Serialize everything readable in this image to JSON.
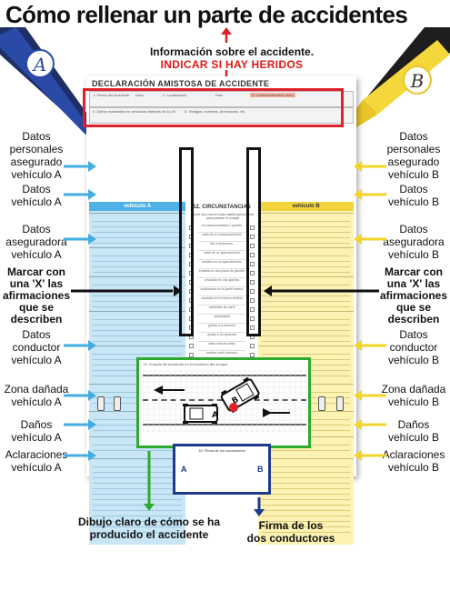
{
  "title": "Cómo rellenar un parte de accidentes",
  "top_note": {
    "line1": "Información sobre el accidente.",
    "line2": "INDICAR SI HAY HERIDOS"
  },
  "pens": {
    "A_letter": "A",
    "B_letter": "B"
  },
  "form": {
    "header": "DECLARACIÓN AMISTOSA DE ACCIDENTE",
    "strip1": [
      "1. Fecha del accidente",
      "Hora",
      "2. Localización",
      "País",
      "3. Lesiones/Heridos (incl.)"
    ],
    "strip2": [
      "4. Daños materiales en vehículos distintos de A y B",
      "5. Testigos: nombres, direcciones, tel."
    ],
    "vehicle_a_header": "vehículo A",
    "vehicle_b_header": "vehículo B",
    "circumstances_header": "12. CIRCUNSTANCIAS",
    "circumstances_intro": "Poner una cruz en cada casilla que proceda para precisar el croquis",
    "circumstances": [
      "en estacionamiento / parado",
      "salía de un estacionamiento",
      "iba a estacionar",
      "salía de un aparcamiento",
      "entraba en un aparcamiento",
      "entraba en una plaza de glorieta",
      "circulaba en una glorieta",
      "colisionaba en la parte trasera",
      "circulaba en el mismo sentido",
      "cambiaba de carril",
      "adelantaba",
      "giraba a la derecha",
      "giraba a la izquierda",
      "daba marcha atrás",
      "invadía carril contrario",
      "venía de la derecha",
      "no respetó señal de prioridad"
    ],
    "circumstances_total": "indicar el número de casillas marcadas",
    "sketch_header": "13. Croquis del accidente en el momento del choque",
    "signature_header": "15. Firma de los conductores",
    "signature_a": "A",
    "signature_b": "B",
    "sketch_car_a": "A",
    "sketch_car_b": "B"
  },
  "labels_left": [
    {
      "lines": [
        "Datos",
        "personales",
        "asegurado",
        "vehículo A"
      ],
      "bold": false
    },
    {
      "lines": [
        "Datos",
        "vehículo A"
      ],
      "bold": false
    },
    {
      "lines": [
        "Datos",
        "aseguradora",
        "vehículo A"
      ],
      "bold": false
    },
    {
      "lines": [
        "Marcar con",
        "una 'X' las",
        "afirmaciones",
        "que se",
        "describen"
      ],
      "bold": true
    },
    {
      "lines": [
        "Datos",
        "conductor",
        "vehículo A"
      ],
      "bold": false
    },
    {
      "lines": [
        "Zona dañada",
        "vehículo A"
      ],
      "bold": false
    },
    {
      "lines": [
        "Daños",
        "vehículo A"
      ],
      "bold": false
    },
    {
      "lines": [
        "Aclaraciones",
        "vehículo A"
      ],
      "bold": false
    }
  ],
  "labels_right": [
    {
      "lines": [
        "Datos",
        "personales",
        "asegurado",
        "vehículo B"
      ],
      "bold": false
    },
    {
      "lines": [
        "Datos",
        "vehículo B"
      ],
      "bold": false
    },
    {
      "lines": [
        "Datos",
        "aseguradora",
        "vehículo B"
      ],
      "bold": false
    },
    {
      "lines": [
        "Marcar con",
        "una 'X' las",
        "afirmaciones",
        "que se",
        "describen"
      ],
      "bold": true
    },
    {
      "lines": [
        "Datos",
        "conductor",
        "vehículo B"
      ],
      "bold": false
    },
    {
      "lines": [
        "Zona dañada",
        "vehículo B"
      ],
      "bold": false
    },
    {
      "lines": [
        "Daños",
        "vehículo B"
      ],
      "bold": false
    },
    {
      "lines": [
        "Aclaraciones",
        "vehículo B"
      ],
      "bold": false
    }
  ],
  "bottom_labels": {
    "sketch": [
      "Dibujo claro de cómo se ha",
      "producido el accidente"
    ],
    "signature": [
      "Firma de los",
      "dos conductores"
    ]
  },
  "colors": {
    "vehicle_a": "#4fb2e6",
    "vehicle_b": "#f2d43d",
    "accident_box": "#e0202a",
    "sketch_box": "#2daa2d",
    "signature_box": "#1e3a8a",
    "arrow_a": "#45aee0",
    "arrow_b": "#f2d42a"
  }
}
